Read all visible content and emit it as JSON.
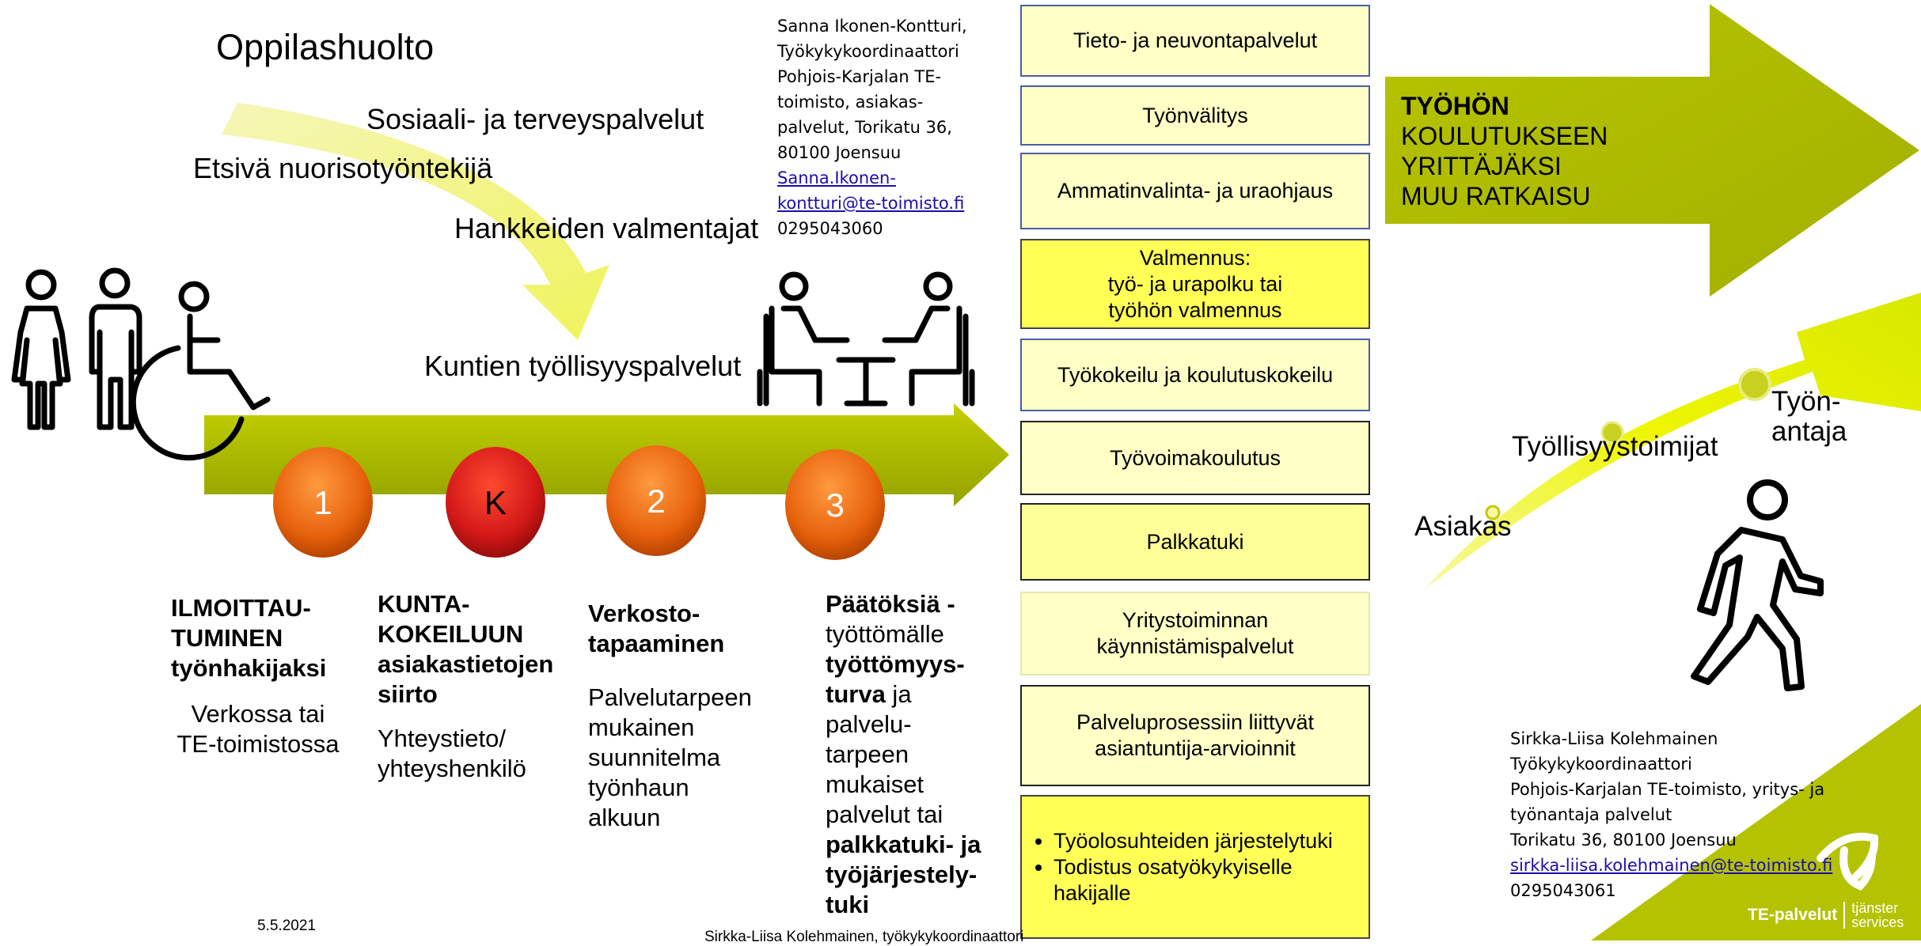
{
  "top_labels": {
    "oppilashuolto": "Oppilashuolto",
    "sosiaali": "Sosiaali- ja terveyspalvelut",
    "etsiva": "Etsivä nuorisotyöntekijä",
    "hankkeiden": "Hankkeiden valmentajat",
    "kuntien": "Kuntien työllisyyspalvelut"
  },
  "contact_top": {
    "lines": [
      "Sanna Ikonen-Kontturi,",
      "Työkykykoordinaattori",
      "Pohjois-Karjalan TE-",
      "toimisto, asiakas-",
      "palvelut, Torikatu 36,",
      "80100 Joensuu"
    ],
    "email_line1": "Sanna.Ikonen-",
    "email_line2": "kontturi@te-toimisto.fi",
    "phone": "0295043060"
  },
  "circles": [
    {
      "label": "1",
      "color": "#e8620d"
    },
    {
      "label": "K",
      "color": "#d41818"
    },
    {
      "label": "2",
      "color": "#e8620d"
    },
    {
      "label": "3",
      "color": "#e8620d"
    }
  ],
  "steps": {
    "s1": {
      "title_lines": [
        "ILMOITTAU-",
        "TUMINEN",
        "työnhakijaksi"
      ],
      "body_lines": [
        "Verkossa tai",
        "TE-toimistossa"
      ]
    },
    "sk": {
      "title_lines": [
        "KUNTA-",
        "KOKEILUUN",
        "asiakastietojen",
        "siirto"
      ],
      "body_lines": [
        "Yhteystieto/",
        "yhteyshenkilö"
      ]
    },
    "s2": {
      "title_lines": [
        "Verkosto-",
        "tapaaminen"
      ],
      "body_lines": [
        "Palvelutarpeen",
        "mukainen",
        "suunnitelma",
        "työnhaun",
        "alkuun"
      ]
    },
    "s3": {
      "l1": "Päätöksiä -",
      "l2": "työttömälle",
      "l3": "työttömyys-",
      "l4a": "turva",
      "l4b": " ja",
      "l5": "palvelu-",
      "l6": "tarpeen",
      "l7": "mukaiset",
      "l8": "palvelut tai",
      "l9": "palkkatuki- ja",
      "l10": "työjärjestely-",
      "l11": "tuki"
    }
  },
  "services": {
    "s1": "Tieto- ja neuvontapalvelut",
    "s2": "Työnvälitys",
    "s3": "Ammatinvalinta- ja uraohjaus",
    "s4_lines": [
      "Valmennus:",
      "työ- ja urapolku tai",
      "työhön valmennus"
    ],
    "s5": "Työkokeilu ja koulutuskokeilu",
    "s6": "Työvoimakoulutus",
    "s7": "Palkkatuki",
    "s8_lines": [
      "Yritystoiminnan",
      "käynnistämispalvelut"
    ],
    "s9_lines": [
      "Palveluprosessiin liittyvät",
      "asiantuntija-arvioinnit"
    ],
    "s10_items": [
      "Työolosuhteiden järjestelytuki",
      "Todistus osatyökykyiselle hakijalle"
    ]
  },
  "outcome_arrow": {
    "bold": "TYÖHÖN",
    "lines": [
      "KOULUTUKSEEN",
      "YRITTÄJÄKSI",
      "MUU RATKAISU"
    ]
  },
  "path_labels": {
    "asiakas": "Asiakas",
    "tyollisyystoimijat": "Työllisyystoimijat",
    "tyonantaja1": "Työn-",
    "tyonantaja2": "antaja"
  },
  "contact_bottom": {
    "lines": [
      "Sirkka-Liisa Kolehmainen",
      "Työkykykoordinaattori",
      "Pohjois-Karjalan TE-toimisto, yritys- ja",
      "työnantaja palvelut",
      "Torikatu 36, 80100 Joensuu"
    ],
    "email": "sirkka-liisa.kolehmainen@te-toimisto.fi",
    "phone": "0295043061"
  },
  "footer": {
    "date": "5.5.2021",
    "author": "Sirkka-Liisa Kolehmainen, työkykykoordinaattori"
  },
  "logo": {
    "brand": "TE-palvelut",
    "sub1": "tjänster",
    "sub2": "services"
  },
  "colors": {
    "olive": "#a8b800",
    "olive_dark": "#8f9c00",
    "yellow_arrow": "#f2f58a",
    "yellow_path": "#f4f700"
  }
}
